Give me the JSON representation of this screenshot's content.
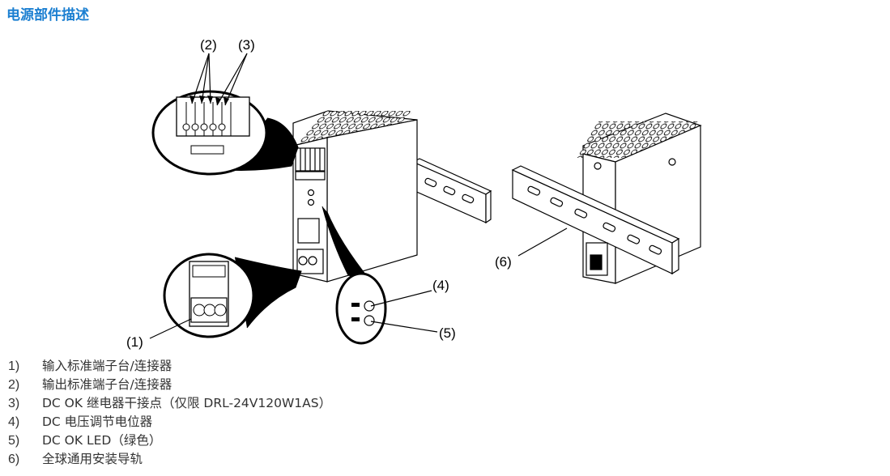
{
  "title": "电源部件描述",
  "callouts": {
    "c1": "(1)",
    "c2": "(2)",
    "c3": "(3)",
    "c4": "(4)",
    "c5": "(5)",
    "c6": "(6)"
  },
  "legend": [
    {
      "num": "1)",
      "text": "输入标准端子台/连接器"
    },
    {
      "num": "2)",
      "text": "输出标准端子台/连接器"
    },
    {
      "num": "3)",
      "text": "DC OK 继电器干接点（仅限 DRL-24V120W1AS）"
    },
    {
      "num": "4)",
      "text": "DC 电压调节电位器"
    },
    {
      "num": "5)",
      "text": "DC OK LED（绿色）"
    },
    {
      "num": "6)",
      "text": "全球通用安装导轨"
    }
  ]
}
